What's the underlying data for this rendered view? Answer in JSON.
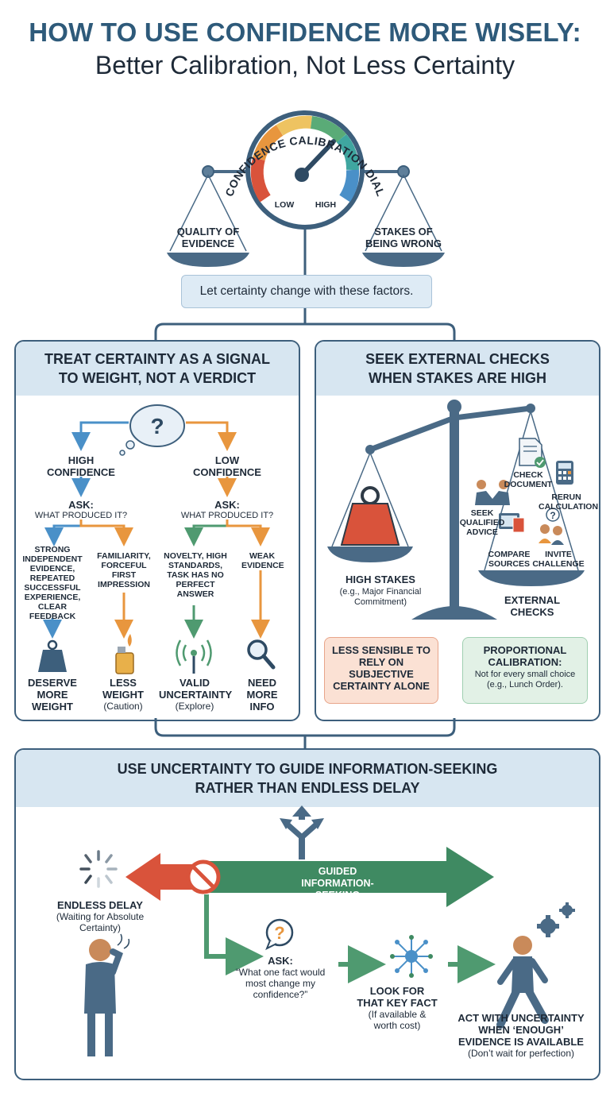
{
  "title": "HOW TO USE CONFIDENCE MORE WISELY:",
  "subtitle": "Better Calibration, Not Less Certainty",
  "dial": {
    "arc_label": "CONFIDENCE CALIBRATION DIAL",
    "low": "LOW",
    "high": "HIGH",
    "left_scale": "QUALITY OF EVIDENCE",
    "right_scale": "STAKES OF BEING WRONG",
    "banner": "Let certainty change with these factors."
  },
  "panel_signal": {
    "heading_line1": "TREAT CERTAINTY AS A SIGNAL",
    "heading_line2": "TO WEIGHT, NOT A VERDICT",
    "high_confidence": "HIGH CONFIDENCE",
    "low_confidence": "LOW CONFIDENCE",
    "ask_label": "ASK:",
    "ask_question": "WHAT PRODUCED IT?",
    "strong_evidence": "STRONG INDEPENDENT EVIDENCE, REPEATED SUCCESSFUL EXPERIENCE, CLEAR FEEDBACK",
    "familiarity": "FAMILIARITY, FORCEFUL FIRST IMPRESSION",
    "novelty": "NOVELTY, HIGH STANDARDS, TASK HAS NO PERFECT ANSWER",
    "weak_evidence": "WEAK EVIDENCE",
    "out_deserve": "DESERVE MORE WEIGHT",
    "out_less": "LESS WEIGHT",
    "out_less_note": "(Caution)",
    "out_valid": "VALID UNCERTAINTY",
    "out_valid_note": "(Explore)",
    "out_need": "NEED MORE INFO"
  },
  "panel_checks": {
    "heading_line1": "SEEK EXTERNAL CHECKS",
    "heading_line2": "WHEN STAKES ARE HIGH",
    "high_stakes": "HIGH STAKES",
    "high_stakes_note": "(e.g., Major Financial Commitment)",
    "check_document": "CHECK DOCUMENT",
    "rerun_calculation": "RERUN CALCULATION",
    "seek_advice": "SEEK QUALIFIED ADVICE",
    "compare_sources": "COMPARE SOURCES",
    "invite_challenge": "INVITE CHALLENGE",
    "external_checks": "EXTERNAL CHECKS",
    "less_sensible": "LESS SENSIBLE TO RELY ON SUBJECTIVE CERTAINTY ALONE",
    "proportional_title": "PROPORTIONAL CALIBRATION:",
    "proportional_note": "Not for every small choice (e.g., Lunch Order)."
  },
  "panel_uncertainty": {
    "heading_line1": "USE UNCERTAINTY TO GUIDE INFORMATION-SEEKING",
    "heading_line2": "RATHER THAN ENDLESS DELAY",
    "guided": "GUIDED INFORMATION-SEEKING",
    "endless_delay": "ENDLESS DELAY",
    "endless_delay_note": "(Waiting for Absolute Certainty)",
    "ask_label": "ASK:",
    "ask_question": "“What one fact would most change my confidence?”",
    "look_for": "LOOK FOR THAT KEY FACT",
    "look_for_note": "(If available & worth cost)",
    "act": "ACT WITH UNCERTAINTY WHEN ‘ENOUGH’ EVIDENCE IS AVAILABLE",
    "act_note": "(Don’t wait for perfection)"
  },
  "colors": {
    "title_blue": "#2e5a7a",
    "panel_border": "#3d5f7c",
    "header_fill": "#d7e6f1",
    "blue_arrow": "#4a90c8",
    "orange_arrow": "#e8963e",
    "green_arrow": "#4f9a70",
    "red_arrow": "#d9533b",
    "guided_green": "#3f8a62"
  }
}
